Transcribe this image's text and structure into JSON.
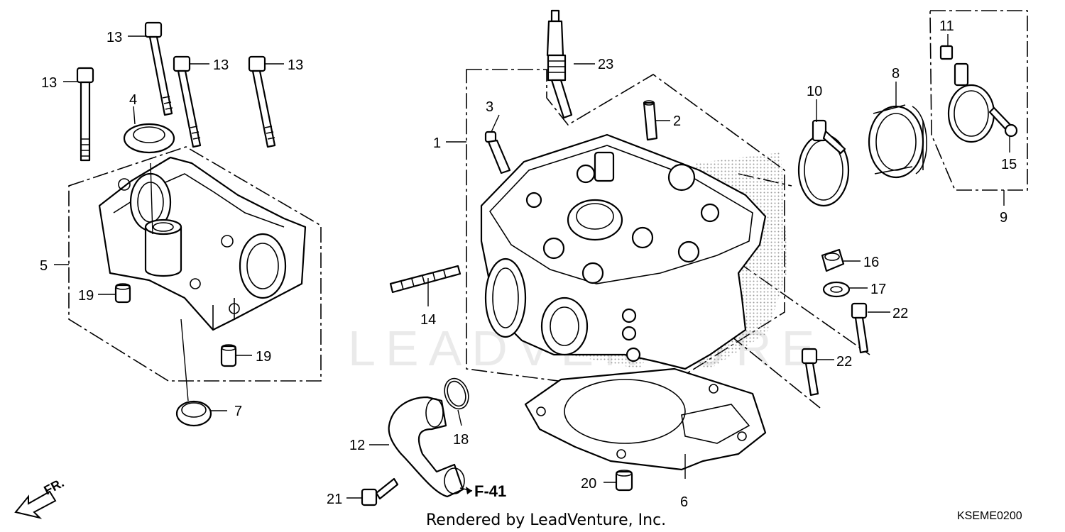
{
  "callouts": [
    "1",
    "2",
    "3",
    "4",
    "5",
    "6",
    "7",
    "8",
    "9",
    "10",
    "11",
    "12",
    "13",
    "13",
    "13",
    "13",
    "14",
    "15",
    "16",
    "17",
    "18",
    "19",
    "19",
    "20",
    "21",
    "22",
    "22",
    "23"
  ],
  "reference_label": "F-41",
  "direction_label": "FR.",
  "footer": "Rendered by LeadVenture, Inc.",
  "diagram_code": "KSEME0200",
  "watermark": "LEADVENTURE",
  "colors": {
    "ink": "#000000",
    "background": "#ffffff",
    "stipple": "#9a9a9a"
  }
}
